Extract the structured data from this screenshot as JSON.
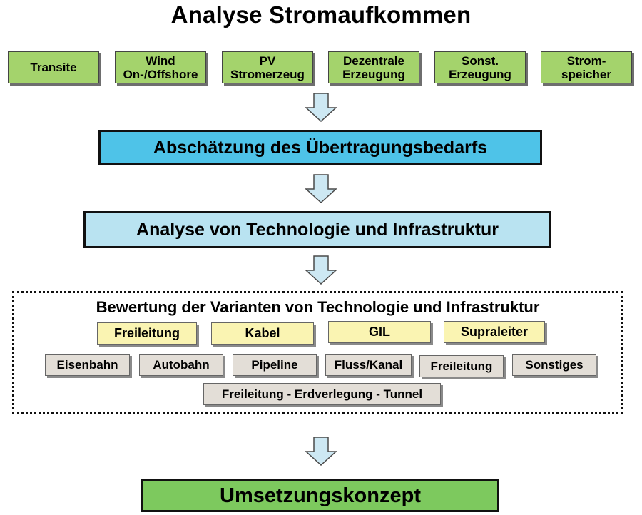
{
  "title": "Analyse Stromaufkommen",
  "sources": [
    {
      "line1": "Transite",
      "line2": ""
    },
    {
      "line1": "Wind",
      "line2": "On-/Offshore"
    },
    {
      "line1": "PV",
      "line2": "Stromerzeug"
    },
    {
      "line1": "Dezentrale",
      "line2": "Erzeugung"
    },
    {
      "line1": "Sonst.",
      "line2": "Erzeugung"
    },
    {
      "line1": "Strom-",
      "line2": "speicher"
    }
  ],
  "step_transfer": "Abschätzung des Übertragungsbedarfs",
  "step_analysis": "Analyse von Technologie und Infrastruktur",
  "evaluation": {
    "heading": "Bewertung der Varianten von Technologie und Infrastruktur",
    "technologies": [
      "Freileitung",
      "Kabel",
      "GIL",
      "Supraleiter"
    ],
    "infrastructures": [
      "Eisenbahn",
      "Autobahn",
      "Pipeline",
      "Fluss/Kanal",
      "Freileitung",
      "Sonstiges"
    ],
    "routing": "Freileitung - Erdverlegung  - Tunnel"
  },
  "result": "Umsetzungskonzept",
  "colors": {
    "source_green": "#a4d36c",
    "transfer_blue": "#4ec3e8",
    "analysis_light_blue": "#b9e3f1",
    "technology_yellow": "#faf4b2",
    "infrastructure_gray": "#e3ded7",
    "result_green": "#7dc95e",
    "arrow_fill": "#cde8f3"
  }
}
